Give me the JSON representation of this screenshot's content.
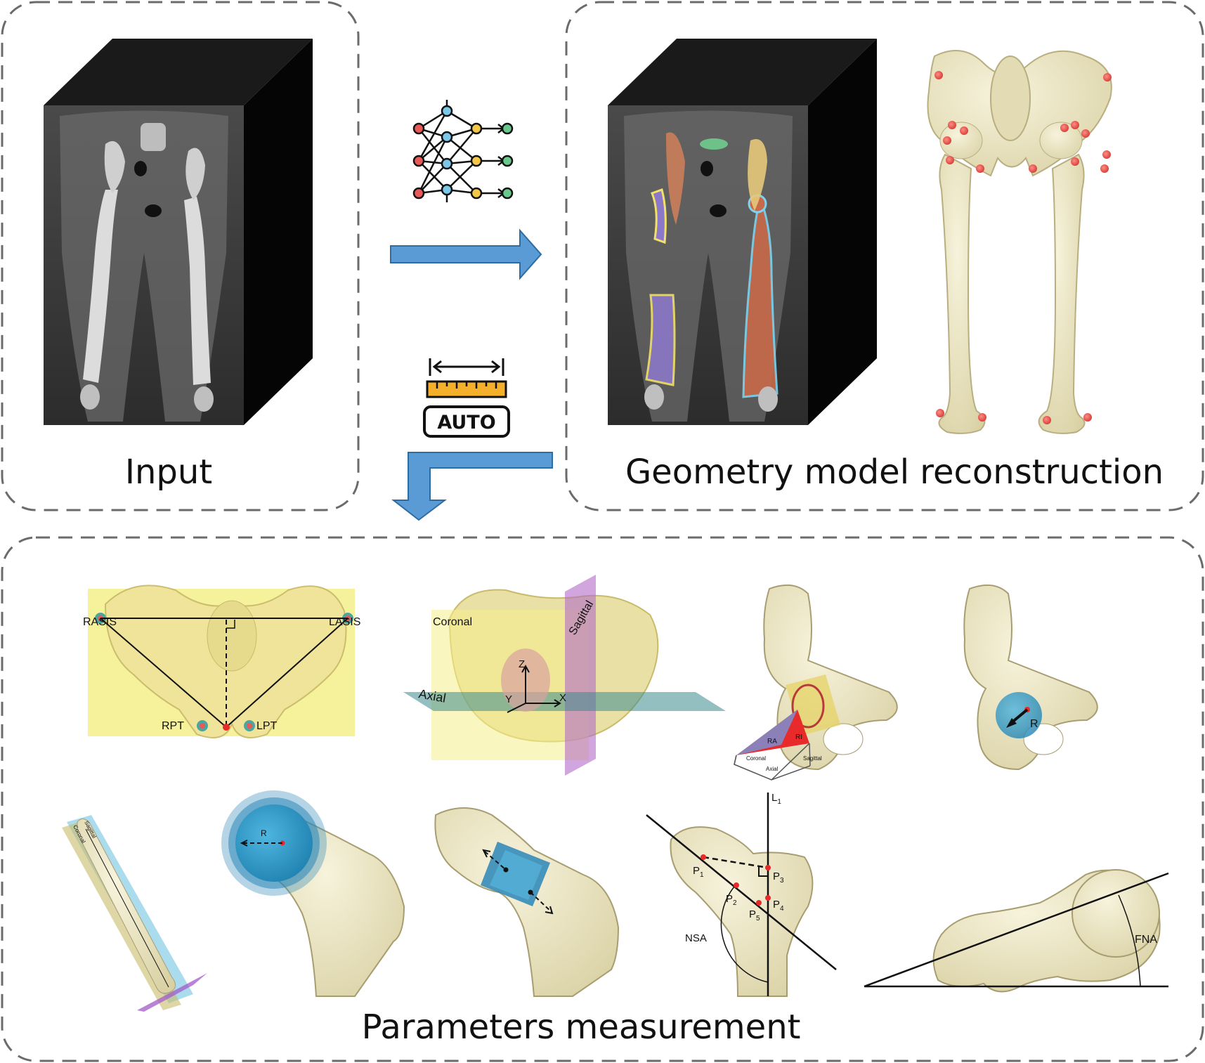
{
  "panels": {
    "input": {
      "title": "Input"
    },
    "reconstruction": {
      "title": "Geometry model reconstruction"
    },
    "measurement": {
      "title": "Parameters measurement"
    }
  },
  "icons": {
    "network": "neural-network-icon",
    "ruler": "ruler-icon",
    "auto": {
      "name": "auto-badge-icon",
      "text": "AUTO"
    }
  },
  "pelvis_front": {
    "rasis": "RASIS",
    "lasis": "LASIS",
    "rpt": "RPT",
    "lpt": "LPT"
  },
  "planes": {
    "coronal": "Coronal",
    "sagittal": "Sagittal",
    "axial": "Axial",
    "x": "X",
    "y": "Y",
    "z": "Z"
  },
  "acetabulum": {
    "ra": "RA",
    "ri": "RI",
    "coronal": "Coronal",
    "axial": "Axial",
    "sagittal": "Sagittal"
  },
  "acetabulum_radius": {
    "r": "R"
  },
  "femur_axes": {
    "sagittal": "Sagittal",
    "coronal": "Coronal"
  },
  "femoral_head": {
    "r": "R"
  },
  "nsa": {
    "l1": "L",
    "l1_sub": "1",
    "p1": "P",
    "p1_sub": "1",
    "p2": "P",
    "p2_sub": "2",
    "p3": "P",
    "p3_sub": "3",
    "p4": "P",
    "p4_sub": "4",
    "p5": "P",
    "p5_sub": "5",
    "nsa": "NSA"
  },
  "fna": {
    "label": "FNA"
  },
  "colors": {
    "arrow": "#5b9bd5",
    "bone": "#ede8c6",
    "plane_yellow": "#f5ef8a",
    "dashed_border": "#6b6b6b",
    "landmark": "#e8504a"
  }
}
